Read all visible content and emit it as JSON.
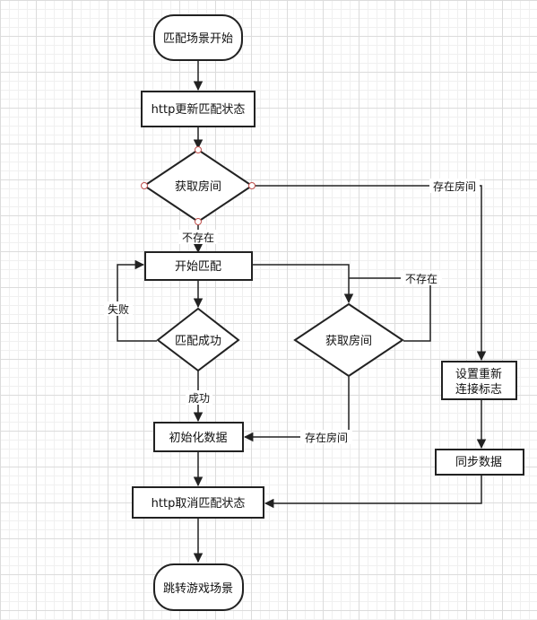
{
  "nodes": {
    "start": "匹配场景开始",
    "http_update": "http更新匹配状态",
    "get_room_1": "获取房间",
    "start_match": "开始匹配",
    "match_success": "匹配成功",
    "get_room_2": "获取房间",
    "set_reconnect_line1": "设置重新",
    "set_reconnect_line2": "连接标志",
    "sync_data": "同步数据",
    "init_data": "初始化数据",
    "http_cancel": "http取消匹配状态",
    "jump_game": "跳转游戏场景"
  },
  "edges": {
    "room_exists_1": "存在房间",
    "room_not_exists_1": "不存在",
    "match_fail": "失败",
    "match_ok": "成功",
    "room_not_exists_2": "不存在",
    "room_exists_2": "存在房间"
  }
}
